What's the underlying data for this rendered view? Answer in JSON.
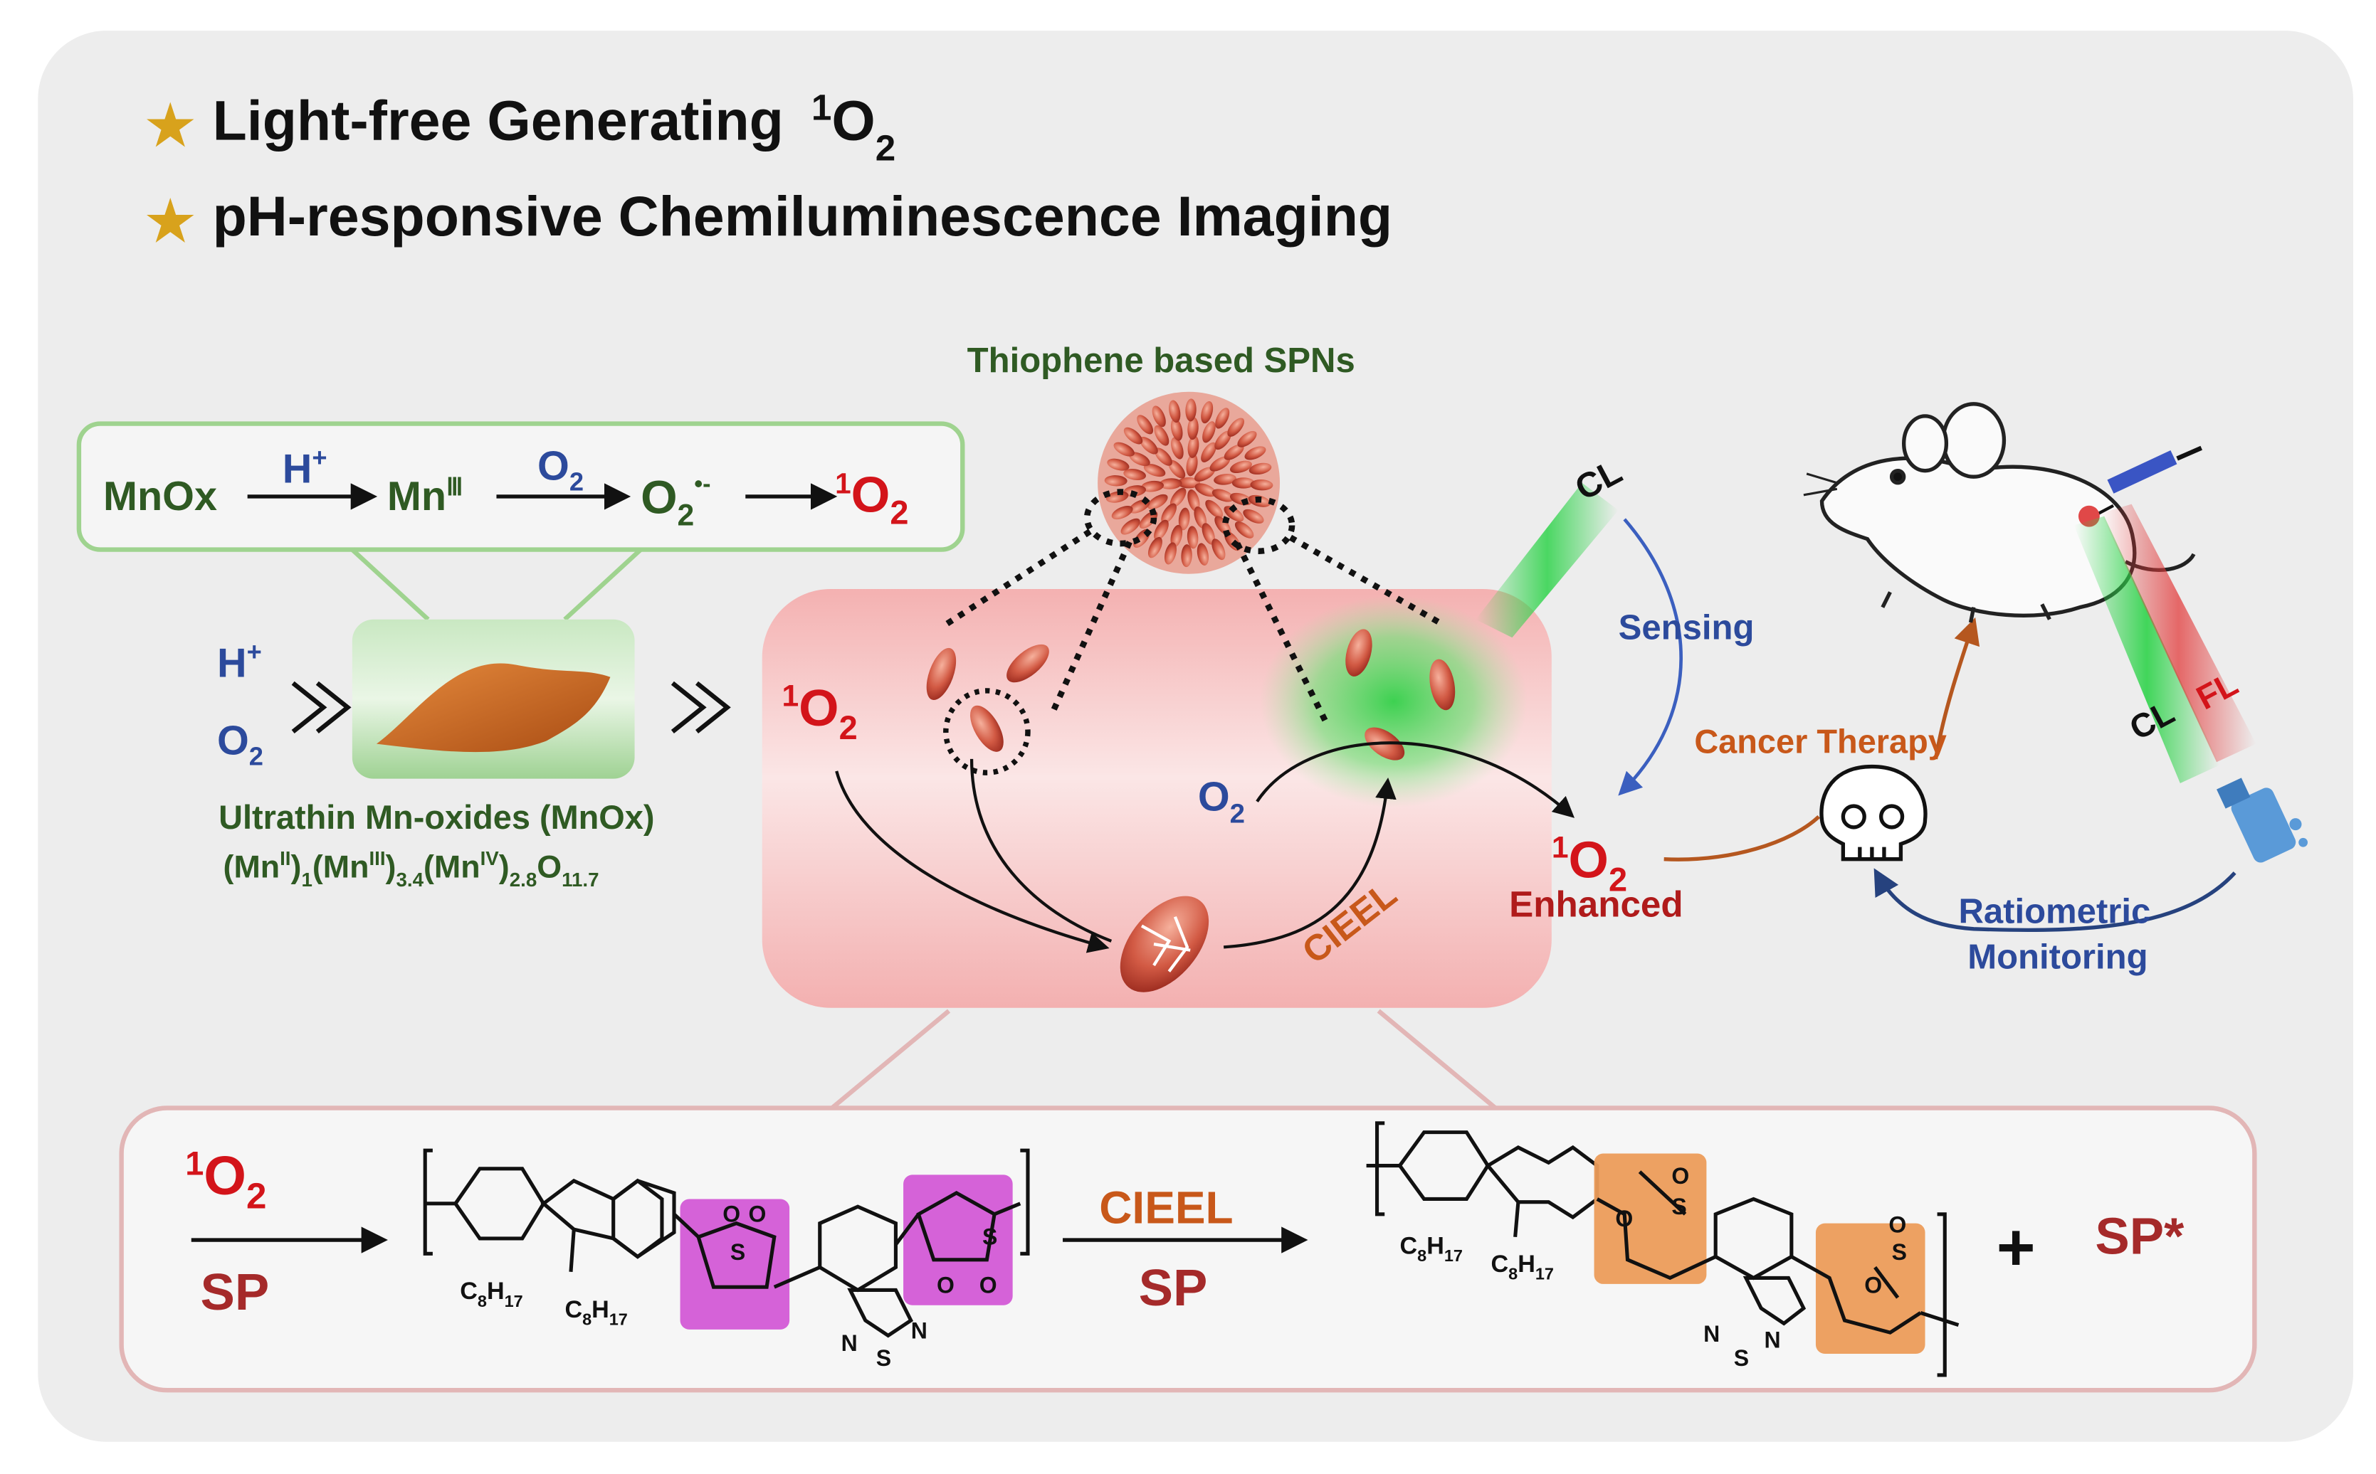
{
  "headline": {
    "line1": "Light-free Generating",
    "line1_formula": {
      "sup": "1",
      "base": "O",
      "sub": "2"
    },
    "line2": "pH-responsive Chemiluminescence Imaging",
    "bullet_icon": "star-icon"
  },
  "spn_label": "Thiophene  based SPNs",
  "reaction_box": {
    "mnox": "MnOx",
    "h_plus": "H",
    "h_plus_sup": "+",
    "mn_iii": "Mn",
    "mn_iii_sup": "Ⅲ",
    "o2": "O",
    "o2_sub": "2",
    "superoxide": "O",
    "superoxide_sub": "2",
    "superoxide_sup": "•-",
    "singlet_sup": "1",
    "singlet": "O",
    "singlet_sub": "2"
  },
  "inputs": {
    "h": "H",
    "h_sup": "+",
    "o": "O",
    "o_sub": "2"
  },
  "nanosheet_caption": {
    "line1": "Ultrathin Mn-oxides (MnOx)",
    "formula": [
      {
        "t": "(Mn"
      },
      {
        "sup": "II"
      },
      {
        "t": ")"
      },
      {
        "sub": "1"
      },
      {
        "t": "(Mn"
      },
      {
        "sup": "III"
      },
      {
        "t": ")"
      },
      {
        "sub": "3.4"
      },
      {
        "t": "(Mn"
      },
      {
        "sup": "IV"
      },
      {
        "t": ")"
      },
      {
        "sub": "2.8"
      },
      {
        "t": "O"
      },
      {
        "sub": "11.7"
      }
    ]
  },
  "cell": {
    "singlet_sup": "1",
    "singlet": "O",
    "singlet_sub": "2",
    "o2": "O",
    "o2_sub": "2",
    "cieel": "CIEEL"
  },
  "right": {
    "cl_top": "CL",
    "sensing": "Sensing",
    "cancer_therapy": "Cancer Therapy",
    "enhanced_sup": "1",
    "enhanced_o": "O",
    "enhanced_sub": "2",
    "enhanced": "Enhanced",
    "cl_beam": "CL",
    "fl_beam": "FL",
    "ratiometric": "Ratiometric",
    "monitoring": "Monitoring",
    "icons": [
      "mouse-icon",
      "syringe-icon",
      "skull-icon",
      "camera-icon"
    ]
  },
  "bottom": {
    "sp_sup": "1",
    "sp_o": "O",
    "sp_sub": "2",
    "sp_label": "SP",
    "cieel": "CIEEL",
    "sp_label2": "SP",
    "plus": "+",
    "sp_star": "SP*",
    "c8h17": {
      "c": "C",
      "sub1": "8",
      "h": "H",
      "sub2": "17"
    },
    "atoms": {
      "s": "S",
      "o": "O",
      "n": "N"
    }
  },
  "colors": {
    "panel": "#ededed",
    "dark_green": "#2f5a23",
    "blue": "#2c4a9c",
    "red": "#d3141a",
    "brown_red": "#a52a2a",
    "orange": "#c8581a",
    "magenta": "#d35ad6",
    "orange_box": "#ec9c5a",
    "cell": "#f4b9b9"
  }
}
